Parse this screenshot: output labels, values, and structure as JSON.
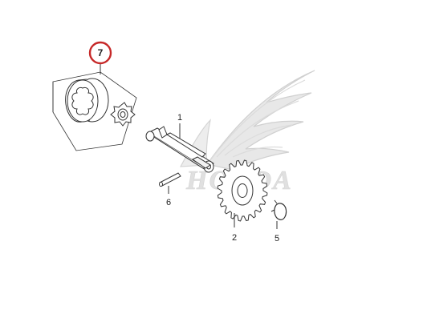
{
  "callouts": {
    "oil_pump_rotor_set": "7",
    "shaft": "1",
    "gear": "2",
    "circlip": "5",
    "pin": "6"
  },
  "watermark": {
    "text": "HONDA",
    "icon": "wing-logo-icon"
  },
  "colors": {
    "highlight_circle": "#c62828",
    "line": "#333333",
    "part_fill": "#ffffff",
    "watermark": "#dcdcdc"
  }
}
